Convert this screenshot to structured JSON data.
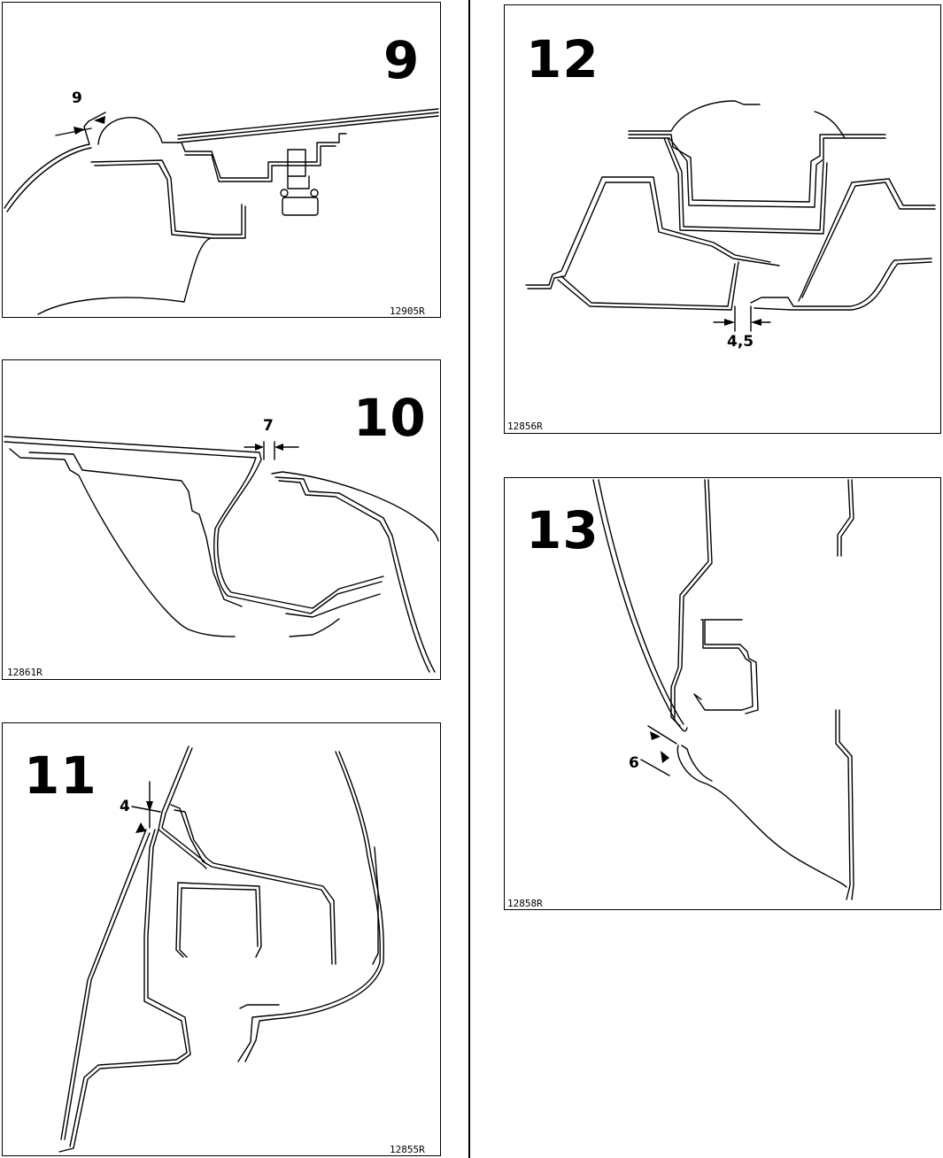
{
  "figures": [
    {
      "number": "9",
      "reference": "12905R",
      "dimension": "9"
    },
    {
      "number": "10",
      "reference": "12861R",
      "dimension": "7"
    },
    {
      "number": "11",
      "reference": "12855R",
      "dimension": "4"
    },
    {
      "number": "12",
      "reference": "12856R",
      "dimension": "4,5"
    },
    {
      "number": "13",
      "reference": "12858R",
      "dimension": "6"
    }
  ]
}
